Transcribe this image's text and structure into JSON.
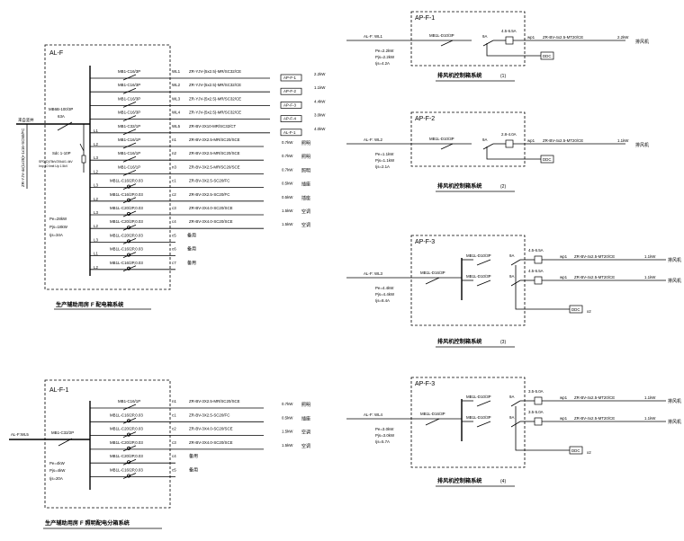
{
  "panel_alf": {
    "box_label": "AL-F",
    "incoming_label": "来自竖井",
    "incoming_cable": "ZR-YJV-4x(1x25)+1x16-SC50/FC",
    "main_breaker": "MB6B-100/3P",
    "main_breaker_current": "63A",
    "spd_label": "Sdc 1-10P",
    "spd_note_1": "SPD(D)75kV/20kA/1.4kV",
    "spd_note_2": "Imp 10 limit Up 1.5kV",
    "pe": "Pe=28kW",
    "pjs": "Pjs=18kW",
    "ijs": "Ijs=34A",
    "title": "生产辅助用房  F 配电箱系统",
    "circuits": [
      {
        "phase": "",
        "breaker": "MB1-C16/3P",
        "id": "WL1",
        "cable": "ZR-YJV-(5x2.5)-MR/SC32/CE",
        "dest": "AP-F-1",
        "load": "2.2kW",
        "use": ""
      },
      {
        "phase": "",
        "breaker": "MB1-C16/3P",
        "id": "WL2",
        "cable": "ZR-YJV-(5x2.5)-MR/SC32/CE",
        "dest": "AP-F-2",
        "load": "1.1kW",
        "use": ""
      },
      {
        "phase": "",
        "breaker": "MB1-C16/3P",
        "id": "WL3",
        "cable": "ZR-YJV-(5x2.5)-MR/SC32/CE",
        "dest": "AP-F-3",
        "load": "4.4kW",
        "use": ""
      },
      {
        "phase": "",
        "breaker": "MB1-C16/3P",
        "id": "WL4",
        "cable": "ZR-YJV-(5x2.5)-MR/SC32/CE",
        "dest": "AP-F-4",
        "load": "3.0kW",
        "use": ""
      },
      {
        "phase": "L1",
        "breaker": "MB1-C32/1P",
        "id": "WL5",
        "cable": "ZR-BV-3X10-MR/SC32/CT",
        "dest": "AL-F-1",
        "load": "4.0kW",
        "use": ""
      },
      {
        "phase": "L2",
        "breaker": "MB1-C16/1P",
        "id": "n1",
        "cable": "ZR-BV-3X2.5-MR/SC20/SCE",
        "dest": "",
        "load": "0.7kW",
        "use": "照明"
      },
      {
        "phase": "L3",
        "breaker": "MB1-C16/1P",
        "id": "n2",
        "cable": "ZR-BV-3X2.5-MR/SC20/SCE",
        "dest": "",
        "load": "0.7kW",
        "use": "照明"
      },
      {
        "phase": "L2",
        "breaker": "MB1-C16/1P",
        "id": "n3",
        "cable": "ZR-BV-3X2.5-MR/SC20/SCE",
        "dest": "",
        "load": "0.7kW",
        "use": "照明"
      },
      {
        "phase": "L3",
        "breaker": "MB1L-C16/2P,0.03",
        "id": "c1",
        "cable": "ZR-BV-3X2.5-SC20/FC",
        "dest": "",
        "load": "0.5kW",
        "use": "插座"
      },
      {
        "phase": "L2",
        "breaker": "MB1L-C16/2P,0.03",
        "id": "c2",
        "cable": "ZR-BV-3X2.5-SC20/FC",
        "dest": "",
        "load": "0.5kW",
        "use": "插座"
      },
      {
        "phase": "L3",
        "breaker": "MB1L-C20/2P,0.03",
        "id": "c3",
        "cable": "ZR-BV-3X4.0-SC20/SCE",
        "dest": "",
        "load": "1.5kW",
        "use": "空调"
      },
      {
        "phase": "L2",
        "breaker": "MB1L-C20/2P,0.03",
        "id": "c4",
        "cable": "ZR-BV-3X4.0-SC20/SCE",
        "dest": "",
        "load": "1.5kW",
        "use": "空调"
      },
      {
        "phase": "L3",
        "breaker": "MB1L-C20/2P,0.03",
        "id": "c5",
        "cable": "备用",
        "dest": "",
        "load": "",
        "use": ""
      },
      {
        "phase": "L1",
        "breaker": "MB1L-C16/2P,0.03",
        "id": "c6",
        "cable": "备用",
        "dest": "",
        "load": "",
        "use": ""
      },
      {
        "phase": "L2",
        "breaker": "MB1L-C16/2P,0.03",
        "id": "c7",
        "cable": "备用",
        "dest": "",
        "load": "",
        "use": ""
      }
    ]
  },
  "panel_alf1": {
    "box_label": "AL-F-1",
    "incoming_label": "AL-F:WL5",
    "main_breaker": "MB1-C32/2P",
    "pe": "Pe=4kW",
    "pjs": "Pjs=4kW",
    "ijs": "Ijs=20A",
    "title": "生产辅助用房  F 照明配电分箱系统",
    "circuits": [
      {
        "breaker": "MB1-C16/1P",
        "id": "n1",
        "cable": "ZR-BV-3X2.5-MR/SC20/SCE",
        "load": "0.7kW",
        "use": "照明"
      },
      {
        "breaker": "MB1L-C16/2P,0.03",
        "id": "c1",
        "cable": "ZR-BV-3X2.5-SC20/FC",
        "load": "0.5kW",
        "use": "插座"
      },
      {
        "breaker": "MB1L-C20/2P,0.03",
        "id": "c2",
        "cable": "ZR-BV-3X4.0-SC20/SCE",
        "load": "1.5kW",
        "use": "空调"
      },
      {
        "breaker": "MB1L-C20/2P,0.03",
        "id": "c3",
        "cable": "ZR-BV-3X4.0-SC20/SCE",
        "load": "1.5kW",
        "use": "空调"
      },
      {
        "breaker": "MB1L-C20/2P,0.03",
        "id": "c4",
        "cable": "备用",
        "load": "",
        "use": ""
      },
      {
        "breaker": "MB1L-C16/2P,0.03",
        "id": "c5",
        "cable": "备用",
        "load": "",
        "use": ""
      }
    ]
  },
  "fan_panels": [
    {
      "box_label": "AP-F-1",
      "incoming_label": "AL-F: WL1",
      "pe": "Pe=2.2kW",
      "pjs": "Pjs=2.2kW",
      "ijs": "Ijs=4.2A",
      "main_breaker": "MB1L-D10/3P",
      "title": "排风机控制箱系统",
      "number": "(1)",
      "ddc": "DDC",
      "ddc_count": "",
      "branches": [
        {
          "contactor": "9A",
          "relay": "4.5-6.5A",
          "id": "wp1",
          "cable": "ZR-BV-4x2.5-MT20/CE",
          "load": "2.2kW",
          "dest": "排风机",
          "breaker": ""
        }
      ]
    },
    {
      "box_label": "AP-F-2",
      "incoming_label": "AL-F: WL2",
      "pe": "Pe=1.1kW",
      "pjs": "Pjs=1.1kW",
      "ijs": "Ijs=2.1A",
      "main_breaker": "MB1L-D10/3P",
      "title": "排风机控制箱系统",
      "number": "(2)",
      "ddc": "DDC",
      "ddc_count": "",
      "branches": [
        {
          "contactor": "9A",
          "relay": "2.8-4.0A",
          "id": "wp1",
          "cable": "ZR-BV-4x2.5-MT20/CE",
          "load": "1.1kW",
          "dest": "排风机",
          "breaker": ""
        }
      ]
    },
    {
      "box_label": "AP-F-3",
      "incoming_label": "AL-F: WL3",
      "pe": "Pe=4.4kW",
      "pjs": "Pjs=4.4kW",
      "ijs": "Ijs=8.4A",
      "main_breaker": "MB1L-D16/3P",
      "title": "排风机控制箱系统",
      "number": "(3)",
      "ddc": "DDC",
      "ddc_count": "x2",
      "branches": [
        {
          "breaker": "MB1L-D10/3P",
          "contactor": "9A",
          "relay": "4.5-6.5A",
          "id": "wp1",
          "cable": "ZR-BV-4x2.5-MT20/CE",
          "load": "1.1kW",
          "dest": "排风机"
        },
        {
          "breaker": "MB1L-D10/3P",
          "contactor": "9A",
          "relay": "4.5-6.5A",
          "id": "wp1",
          "cable": "ZR-BV-4x2.5-MT20/CE",
          "load": "1.1kW",
          "dest": "排风机"
        }
      ]
    },
    {
      "box_label": "AP-F-3",
      "incoming_label": "AL-F: WL4",
      "pe": "Pe=3.0kW",
      "pjs": "Pjs=3.0kW",
      "ijs": "Ijs=5.7A",
      "main_breaker": "MB1L-D16/3P",
      "title": "排风机控制箱系统",
      "number": "(4)",
      "ddc": "DDC",
      "ddc_count": "x2",
      "branches": [
        {
          "breaker": "MB1L-D10/3P",
          "contactor": "9A",
          "relay": "3.5-5.0A",
          "id": "wp1",
          "cable": "ZR-BV-4x2.5-MT20/CE",
          "load": "1.1kW",
          "dest": "排风机"
        },
        {
          "breaker": "MB1L-D10/3P",
          "contactor": "9A",
          "relay": "3.5-5.0A",
          "id": "wp1",
          "cable": "ZR-BV-4x2.5-MT20/CE",
          "load": "1.1kW",
          "dest": "排风机"
        }
      ]
    }
  ]
}
